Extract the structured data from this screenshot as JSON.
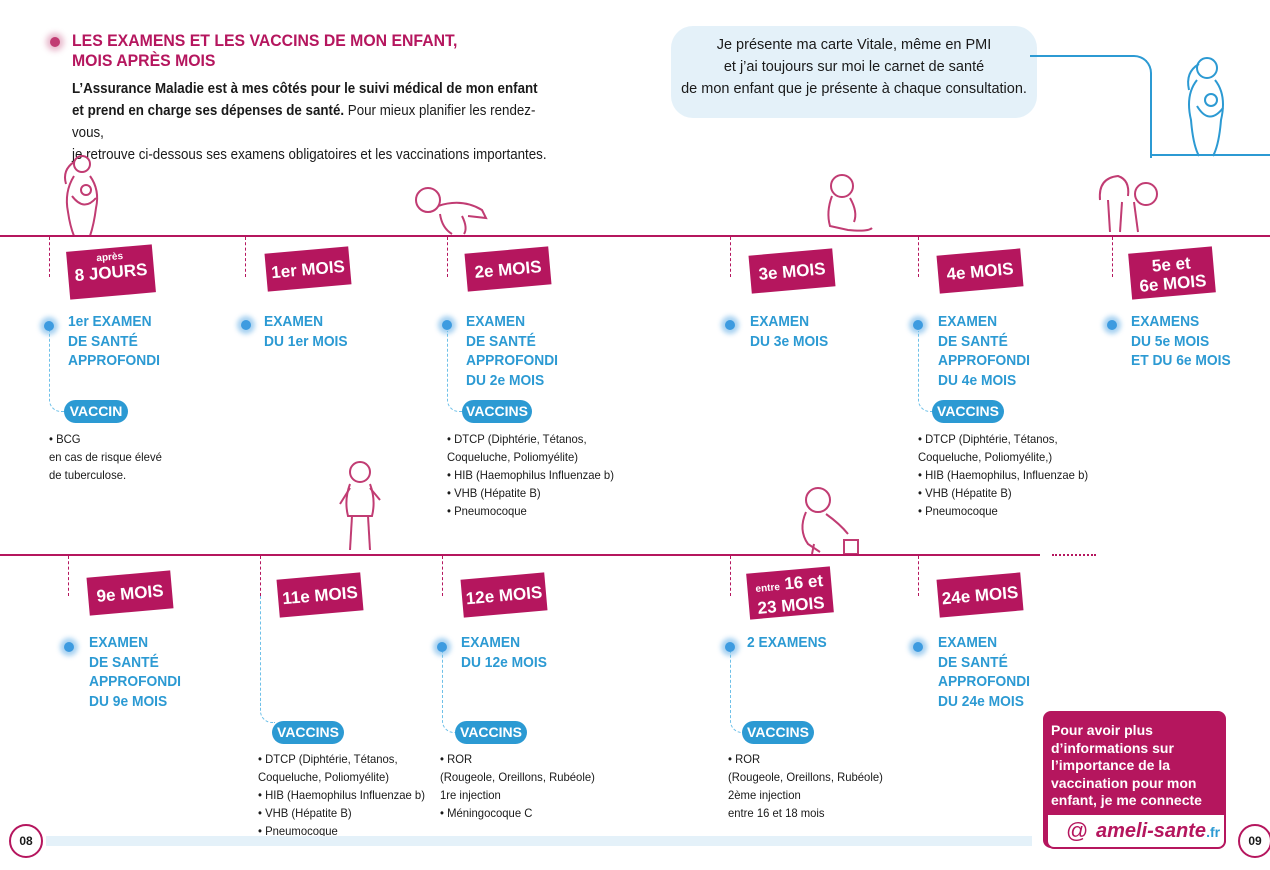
{
  "header": {
    "title_line1": "LES EXAMENS ET LES VACCINS DE MON ENFANT,",
    "title_line2": "MOIS APRÈS MOIS",
    "intro_bold1": "L’Assurance Maladie est à mes côtés pour le suivi médical de mon enfant",
    "intro_bold2": "et prend en charge ses dépenses de santé.",
    "intro_rest": " Pour mieux planifier les rendez-vous,",
    "intro_line3": "je retrouve ci-dessous ses examens obligatoires et les vaccinations importantes."
  },
  "bubble": {
    "line1": "Je présente ma carte Vitale, même en PMI",
    "line2": "et j’ai toujours sur moi le carnet de santé",
    "line3": "de mon enfant que je présente à chaque consultation."
  },
  "row1": [
    {
      "flag_small": "après",
      "flag_main": "8 JOURS",
      "exam": [
        "1er EXAMEN",
        "DE SANTÉ",
        "APPROFONDI"
      ],
      "vaccine_label": "VACCIN",
      "vaccines": [
        "• BCG",
        "en cas de risque élevé",
        "de tuberculose."
      ]
    },
    {
      "flag_main": "1er MOIS",
      "exam": [
        "EXAMEN",
        "DU 1er MOIS"
      ]
    },
    {
      "flag_main": "2e MOIS",
      "exam": [
        "EXAMEN",
        "DE SANTÉ",
        "APPROFONDI",
        "DU 2e MOIS"
      ],
      "vaccine_label": "VACCINS",
      "vaccines": [
        "• DTCP (Diphtérie, Tétanos,",
        "Coqueluche, Poliomyélite)",
        "• HIB (Haemophilus Influenzae b)",
        "• VHB (Hépatite B)",
        "• Pneumocoque"
      ]
    },
    {
      "flag_main": "3e MOIS",
      "exam": [
        "EXAMEN",
        "DU 3e MOIS"
      ]
    },
    {
      "flag_main": "4e MOIS",
      "exam": [
        "EXAMEN",
        "DE SANTÉ",
        "APPROFONDI",
        "DU 4e MOIS"
      ],
      "vaccine_label": "VACCINS",
      "vaccines": [
        "• DTCP (Diphtérie, Tétanos,",
        "Coqueluche, Poliomyélite,)",
        "• HIB (Haemophilus, Influenzae b)",
        "• VHB (Hépatite B)",
        "• Pneumocoque"
      ]
    },
    {
      "flag_main": "5e et",
      "flag_main2": "6e MOIS",
      "exam": [
        "EXAMENS",
        "DU 5e MOIS",
        "ET DU 6e MOIS"
      ]
    }
  ],
  "row2": [
    {
      "flag_main": "9e MOIS",
      "exam": [
        "EXAMEN",
        "DE SANTÉ",
        "APPROFONDI",
        "DU 9e MOIS"
      ]
    },
    {
      "flag_main": "11e MOIS",
      "vaccine_label": "VACCINS",
      "vaccines": [
        "• DTCP (Diphtérie, Tétanos,",
        "Coqueluche, Poliomyélite)",
        "• HIB (Haemophilus Influenzae b)",
        "• VHB (Hépatite B)",
        "• Pneumocoque"
      ]
    },
    {
      "flag_main": "12e MOIS",
      "exam": [
        "EXAMEN",
        "DU 12e MOIS"
      ],
      "vaccine_label": "VACCINS",
      "vaccines": [
        "• ROR",
        "(Rougeole, Oreillons, Rubéole)",
        "1re injection",
        "• Méningocoque C"
      ]
    },
    {
      "flag_small": "entre",
      "flag_main": "16 et",
      "flag_main2": "23 MOIS",
      "exam": [
        "2 EXAMENS"
      ],
      "vaccine_label": "VACCINS",
      "vaccines": [
        "• ROR",
        "(Rougeole, Oreillons, Rubéole)",
        "2ème injection",
        "entre 16 et 18 mois"
      ]
    },
    {
      "flag_main": "24e MOIS",
      "exam": [
        "EXAMEN",
        "DE SANTÉ",
        "APPROFONDI",
        "DU 24e MOIS"
      ]
    }
  ],
  "ameli": {
    "text": [
      "Pour avoir plus",
      "d’informations sur",
      "l’importance de la",
      "vaccination pour mon",
      "enfant, je me connecte sur"
    ],
    "brand": "ameli-sante",
    "tld": ".fr",
    "at": "@"
  },
  "pages": {
    "left": "08",
    "right": "09"
  },
  "colors": {
    "accent": "#b5165e",
    "blue": "#2c9ad3",
    "bubble": "#e4f1f9"
  }
}
